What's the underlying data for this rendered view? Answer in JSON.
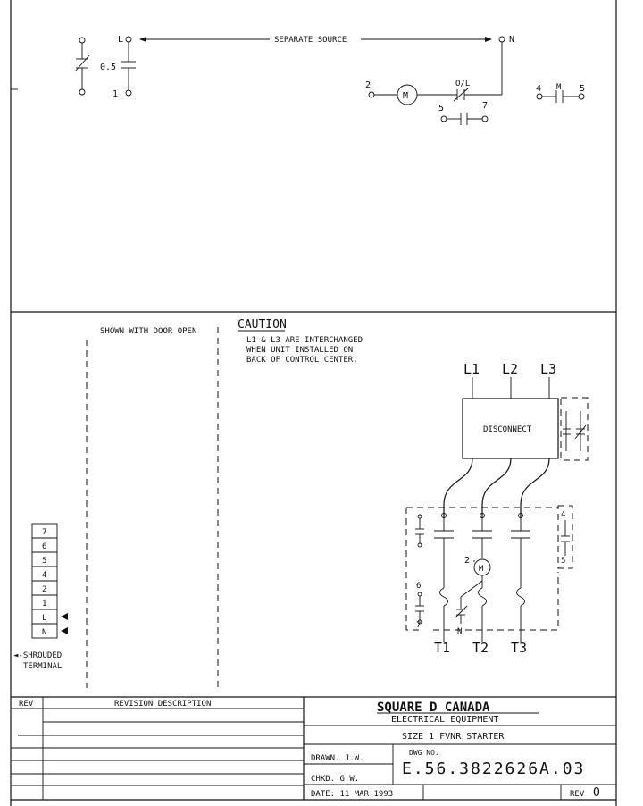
{
  "top": {
    "label_L": "L",
    "label_N": "N",
    "separate_source": "SEPARATE SOURCE",
    "label_0_5": "0.5",
    "label_1": "1",
    "label_2": "2",
    "motor": "M",
    "label_OL": "O/L",
    "label_5": "5",
    "label_7": "7",
    "label_4": "4",
    "label_M": "M",
    "label_5b": "5"
  },
  "middle": {
    "shown_with_door_open": "SHOWN WITH DOOR OPEN",
    "caution_title": "CAUTION",
    "caution_lines": [
      "L1 & L3 ARE INTERCHANGED",
      "WHEN UNIT INSTALLED ON",
      "BACK OF CONTROL CENTER."
    ],
    "line_labels": [
      "L1",
      "L2",
      "L3"
    ],
    "disconnect": "DISCONNECT",
    "motor": "M",
    "motor_num": "2",
    "label_6": "6",
    "label_7": "7",
    "label_N": "N",
    "label_4": "4",
    "label_5": "5",
    "terminal_labels": [
      "T1",
      "T2",
      "T3"
    ]
  },
  "terminal_block": {
    "terminals": [
      "7",
      "6",
      "5",
      "4",
      "2",
      "1",
      "L",
      "N"
    ],
    "legend_line1": "◄-SHROUDED",
    "legend_line2": "TERMINAL"
  },
  "title_block": {
    "rev_header": "REV",
    "revision_description_header": "REVISION DESCRIPTION",
    "company": "SQUARE D CANADA",
    "subtitle": "ELECTRICAL EQUIPMENT",
    "title": "SIZE 1 FVNR STARTER",
    "drawn": "DRAWN. J.W.",
    "checked": "CHKD. G.W.",
    "dwg_no_label": "DWG NO.",
    "dwg_no": "E.56.3822626A.03",
    "date": "DATE: 11 MAR 1993",
    "rev_label": "REV",
    "rev_value": "O"
  }
}
